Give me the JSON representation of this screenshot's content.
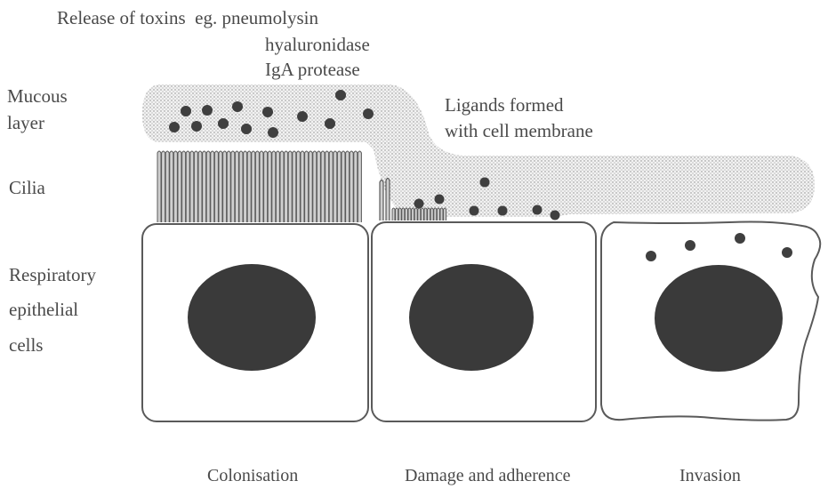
{
  "header": {
    "release_line": "Release of toxins  eg. pneumolysin",
    "toxin_2": "hyaluronidase",
    "toxin_3": "IgA protease"
  },
  "labels": {
    "mucous_1": "Mucous",
    "mucous_2": "layer",
    "cilia": "Cilia",
    "resp_1": "Respiratory",
    "resp_2": "epithelial",
    "resp_3": "cells",
    "ligands_1": "Ligands formed",
    "ligands_2": "with cell membrane"
  },
  "stages": {
    "colonisation": "Colonisation",
    "damage": "Damage and adherence",
    "invasion": "Invasion"
  },
  "colors": {
    "stroke": "#5a5a5a",
    "nucleus": "#3a3a3a",
    "bacteria": "#3f3f3f",
    "text": "#4a4a4a"
  }
}
